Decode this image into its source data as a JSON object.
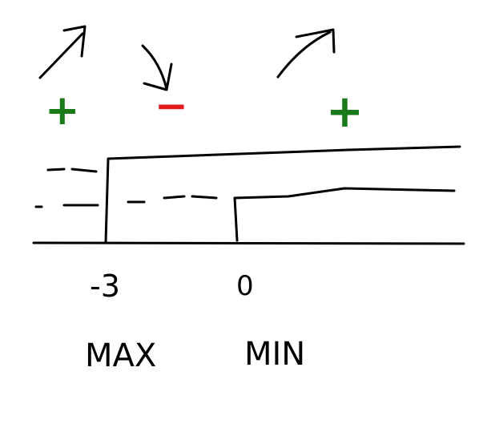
{
  "signs": [
    {
      "text": "+",
      "color": "#1a7a1a"
    },
    {
      "text": "−",
      "color": "#e01b1b"
    },
    {
      "text": "+",
      "color": "#1a7a1a"
    }
  ],
  "ticks": [
    {
      "label": "-3",
      "critical": "MAX"
    },
    {
      "label": "0",
      "critical": "MIN"
    }
  ],
  "arrows": [
    "arrow-up-right-icon",
    "arrow-down-right-icon",
    "arrow-up-right-icon"
  ]
}
